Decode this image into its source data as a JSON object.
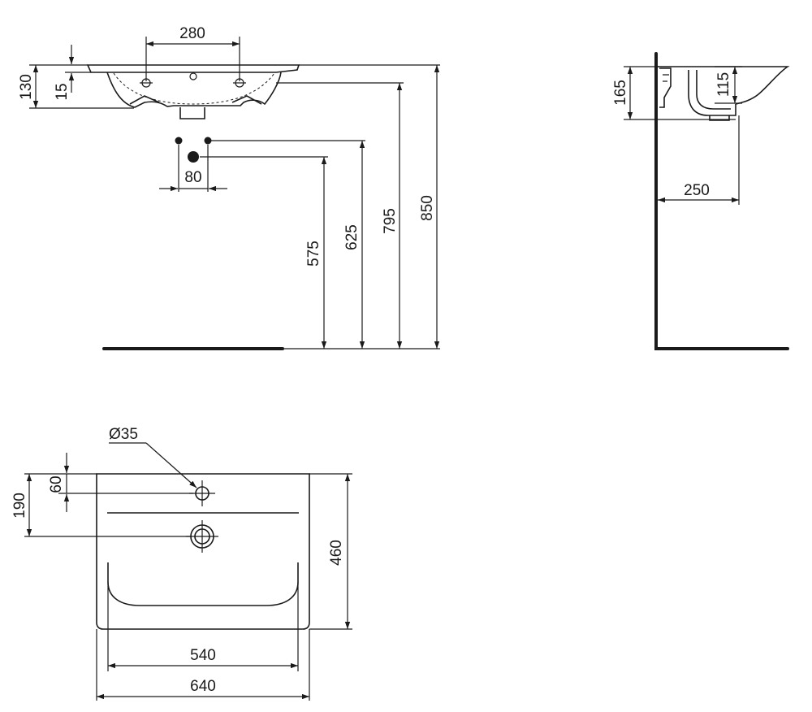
{
  "front_view": {
    "tap_hole_spacing": "280",
    "overall_height": "130",
    "rim_offset": "15",
    "supply_spacing": "80",
    "waste_height": "575",
    "supply_height": "625",
    "bowl_bottom_height": "795",
    "rim_height": "850"
  },
  "side_view": {
    "basin_depth": "165",
    "bowl_depth": "115",
    "projection": "250"
  },
  "top_view": {
    "tap_hole_diameter": "Ø35",
    "tap_hole_offset": "60",
    "waste_offset": "190",
    "depth": "460",
    "inner_width": "540",
    "outer_width": "640"
  }
}
